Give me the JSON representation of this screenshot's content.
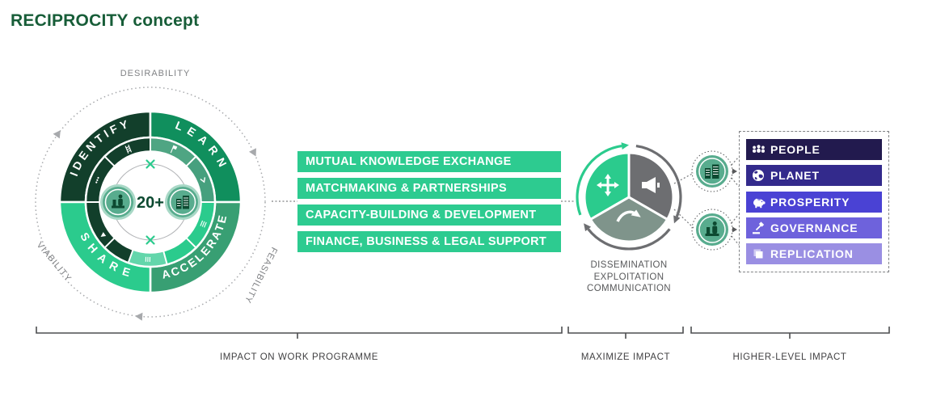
{
  "title": "RECIPROCITY concept",
  "cycle": {
    "axis_labels": {
      "top": "DESIRABILITY",
      "right": "FEASIBILITY",
      "left": "VIABILITY"
    },
    "quadrants": [
      {
        "label": "IDENTIFY",
        "color": "#123f2b"
      },
      {
        "label": "LEARN",
        "color": "#108f5d"
      },
      {
        "label": "ACCELERATE",
        "color": "#389f73"
      },
      {
        "label": "SHARE",
        "color": "#2bcb8d"
      }
    ],
    "center_value": "20+",
    "center_icons": [
      "statue-icon",
      "buildings-icon"
    ]
  },
  "services": {
    "bar_color": "#2dcb90",
    "bars": [
      "MUTUAL KNOWLEDGE EXCHANGE",
      "MATCHMAKING & PARTNERSHIPS",
      "CAPACITY-BUILDING & DEVELOPMENT",
      "FINANCE, BUSINESS & LEGAL SUPPORT"
    ]
  },
  "impact_wheel": {
    "lines": [
      "DISSEMINATION",
      "EXPLOITATION",
      "COMMUNICATION"
    ],
    "segment_colors": {
      "dissemination": "#2bcb8d",
      "exploitation": "#6d6e71",
      "communication": "#7f948b"
    },
    "segment_icons": [
      "move-arrows-icon",
      "megaphone-icon",
      "share-arrow-icon"
    ]
  },
  "intermediaries": {
    "badge_color": "#58ac8e",
    "badges": [
      {
        "icon": "buildings-icon"
      },
      {
        "icon": "statue-icon"
      }
    ]
  },
  "outcomes": {
    "items": [
      {
        "label": "PEOPLE",
        "color": "#221a4e",
        "icon": "people-icon"
      },
      {
        "label": "PLANET",
        "color": "#332a8c",
        "icon": "planet-icon"
      },
      {
        "label": "PROSPERITY",
        "color": "#4a42d4",
        "icon": "prosperity-icon"
      },
      {
        "label": "GOVERNANCE",
        "color": "#6e62dc",
        "icon": "governance-icon"
      },
      {
        "label": "REPLICATION",
        "color": "#9a8fe3",
        "icon": "replication-icon"
      }
    ]
  },
  "braces": {
    "work_programme": "IMPACT ON WORK PROGRAMME",
    "maximize": "MAXIMIZE IMPACT",
    "higher_level": "HIGHER-LEVEL IMPACT"
  }
}
